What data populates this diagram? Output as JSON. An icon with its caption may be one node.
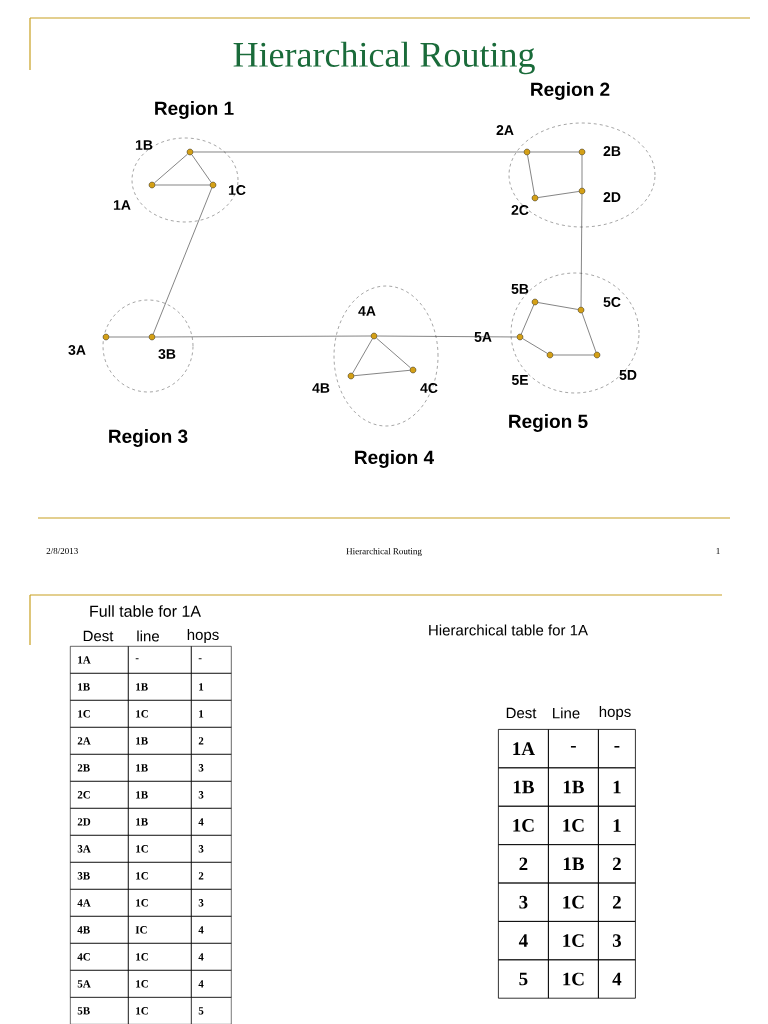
{
  "diagram": {
    "title": "Hierarchical Routing",
    "nodes": [
      {
        "text": [
          "Region 1"
        ]
      },
      {
        "text": [
          "1B"
        ],
        "in": 0
      },
      {
        "text": [
          "1A"
        ],
        "in": 0
      },
      {
        "text": [
          "1C"
        ],
        "in": 0
      },
      {
        "text": [
          "Region 2"
        ]
      },
      {
        "text": [
          "2A"
        ],
        "in": 4
      },
      {
        "text": [
          "2B"
        ],
        "in": 4
      },
      {
        "text": [
          "2C"
        ],
        "in": 4
      },
      {
        "text": [
          "2D"
        ],
        "in": 4
      },
      {
        "text": [
          "Region 3"
        ]
      },
      {
        "text": [
          "3A"
        ],
        "in": 9
      },
      {
        "text": [
          "3B"
        ],
        "in": 9
      },
      {
        "text": [
          "Region 4"
        ]
      },
      {
        "text": [
          "4A"
        ],
        "in": 12
      },
      {
        "text": [
          "4B"
        ],
        "in": 12
      },
      {
        "text": [
          "4C"
        ],
        "in": 12
      },
      {
        "text": [
          "Region 5"
        ]
      },
      {
        "text": [
          "5A"
        ],
        "in": 16
      },
      {
        "text": [
          "5B"
        ],
        "in": 16
      },
      {
        "text": [
          "5C"
        ],
        "in": 16
      },
      {
        "text": [
          "5D"
        ],
        "in": 16
      },
      {
        "text": [
          "5E"
        ],
        "in": 16
      }
    ],
    "edges": [
      {
        "from": 1,
        "to": 2,
        "arrow": "none"
      },
      {
        "from": 1,
        "to": 3,
        "arrow": "none"
      },
      {
        "from": 2,
        "to": 3,
        "arrow": "none"
      },
      {
        "from": 1,
        "to": 5,
        "arrow": "none"
      },
      {
        "from": 3,
        "to": 11,
        "arrow": "none"
      },
      {
        "from": 10,
        "to": 11,
        "arrow": "none"
      },
      {
        "from": 11,
        "to": 13,
        "arrow": "none"
      },
      {
        "from": 13,
        "to": 14,
        "arrow": "none"
      },
      {
        "from": 13,
        "to": 15,
        "arrow": "none"
      },
      {
        "from": 14,
        "to": 15,
        "arrow": "none"
      },
      {
        "from": 13,
        "to": 17,
        "arrow": "none"
      },
      {
        "from": 5,
        "to": 6,
        "arrow": "none"
      },
      {
        "from": 5,
        "to": 7,
        "arrow": "none"
      },
      {
        "from": 6,
        "to": 8,
        "arrow": "none"
      },
      {
        "from": 7,
        "to": 8,
        "arrow": "none"
      },
      {
        "from": 8,
        "to": 19,
        "arrow": "none"
      },
      {
        "from": 17,
        "to": 18,
        "arrow": "none"
      },
      {
        "from": 18,
        "to": 19,
        "arrow": "none"
      },
      {
        "from": 19,
        "to": 20,
        "arrow": "none"
      },
      {
        "from": 20,
        "to": 21,
        "arrow": "none"
      },
      {
        "from": 21,
        "to": 17,
        "arrow": "none"
      }
    ],
    "labels": [
      "2/8/2013",
      "Hierarchical Routing",
      "1",
      "Full table for 1A",
      "Dest",
      "line",
      "hops",
      "1A",
      "-",
      "-",
      "1B",
      "1B",
      "1",
      "1C",
      "1C",
      "1",
      "2A",
      "1B",
      "2",
      "2B",
      "1B",
      "3",
      "2C",
      "1B",
      "3",
      "2D",
      "1B",
      "4",
      "3A",
      "1C",
      "3",
      "3B",
      "1C",
      "2",
      "4A",
      "1C",
      "3",
      "4B",
      "IC",
      "4",
      "4C",
      "1C",
      "4",
      "5A",
      "1C",
      "4",
      "5B",
      "1C",
      "5",
      "Hierarchical table for 1A",
      "Dest",
      "Line",
      "hops",
      "1A",
      "-",
      "-",
      "1B",
      "1B",
      "1",
      "1C",
      "1C",
      "1",
      "2",
      "1B",
      "2",
      "3",
      "1C",
      "2",
      "4",
      "1C",
      "3",
      "5",
      "1C",
      "4"
    ]
  }
}
